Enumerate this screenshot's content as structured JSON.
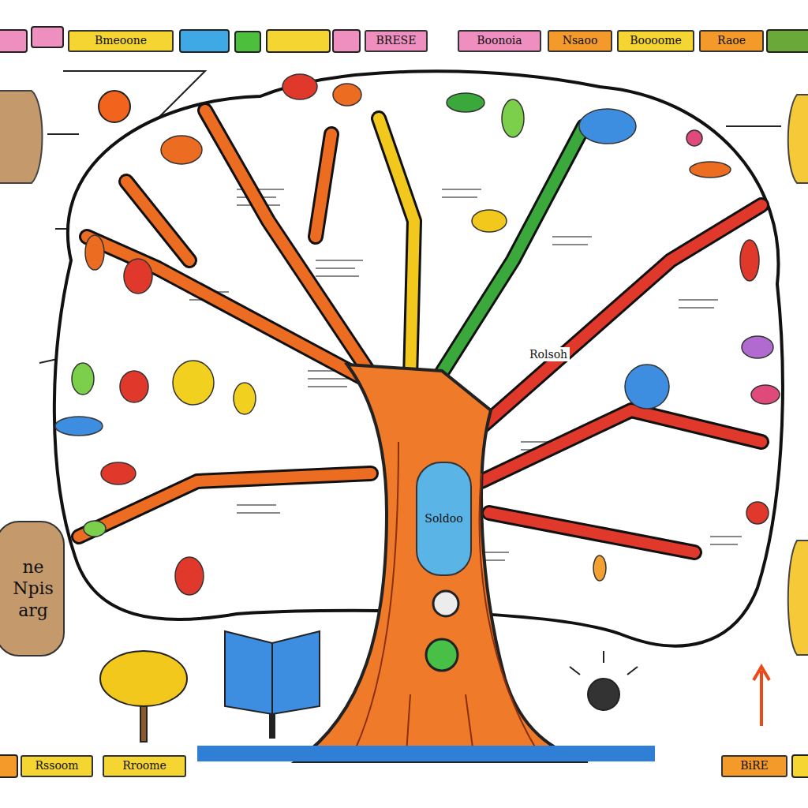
{
  "diagram": {
    "nodes": [
      {
        "text": [
          "Bmeoone"
        ]
      },
      {
        "text": [
          "BRESE"
        ]
      },
      {
        "text": [
          "Boonoia"
        ]
      },
      {
        "text": [
          "Nsaoo"
        ]
      },
      {
        "text": [
          "Boooome"
        ]
      },
      {
        "text": [
          "Raoe"
        ]
      },
      {
        "text": [
          "ne Npis arg"
        ]
      },
      {
        "text": [
          "Soldoo"
        ]
      },
      {
        "text": [
          "Rssoom"
        ]
      },
      {
        "text": [
          "Rroome"
        ]
      },
      {
        "text": [
          "BiRE"
        ]
      }
    ],
    "labels": [
      "Rolsoh"
    ]
  }
}
